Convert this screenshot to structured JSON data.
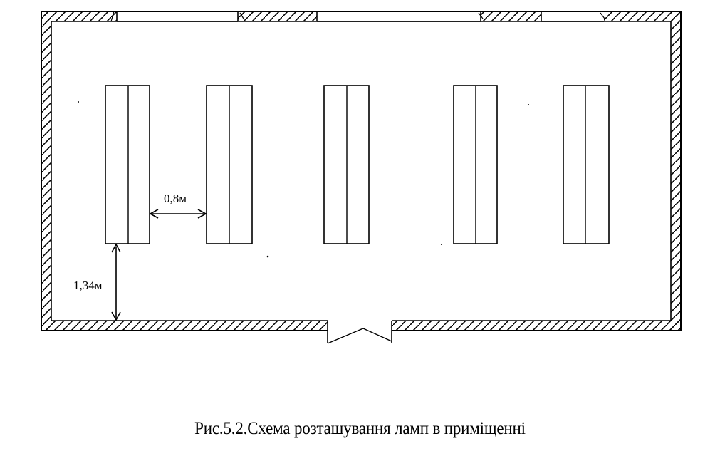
{
  "diagram": {
    "dimensions": {
      "lamp_gap": "0,8м",
      "wall_offset": "1,34м"
    },
    "lamps": [
      {
        "id": 1
      },
      {
        "id": 2
      },
      {
        "id": 3
      },
      {
        "id": 4
      },
      {
        "id": 5
      }
    ]
  },
  "caption": "Рис.5.2.Схема розташування ламп в приміщенні"
}
